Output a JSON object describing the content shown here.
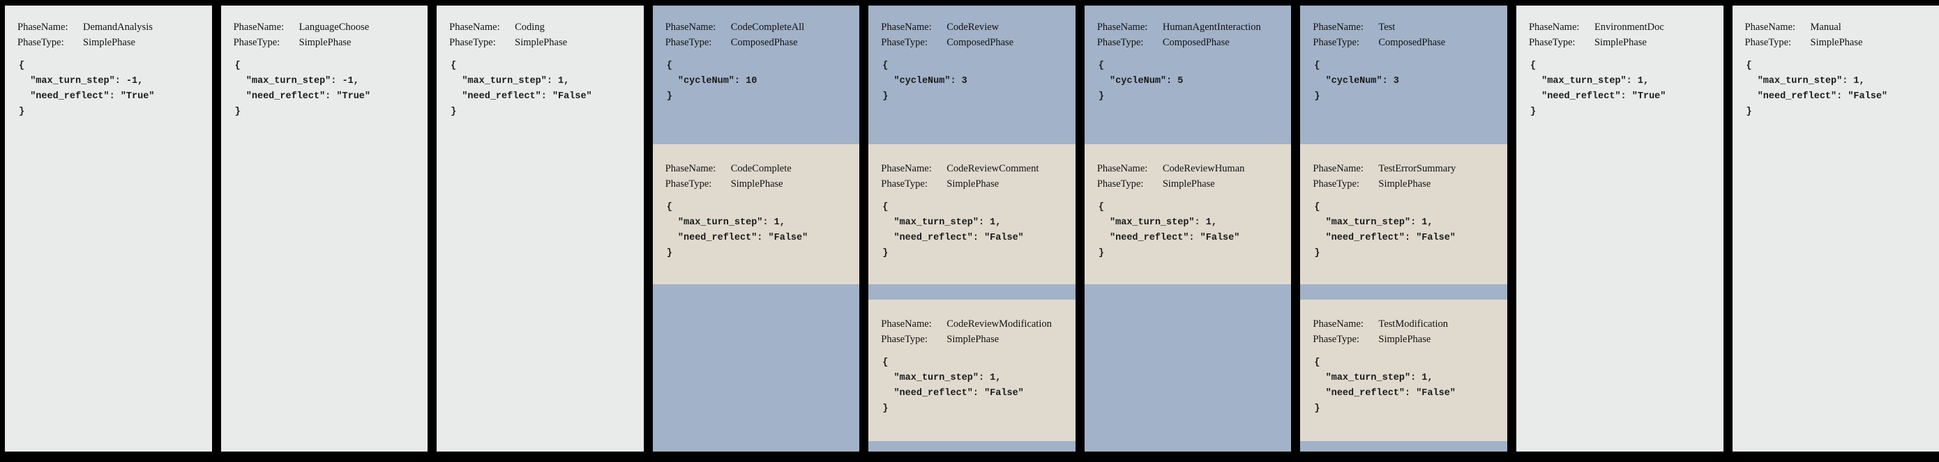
{
  "labels": {
    "phase_name": "PhaseName:",
    "phase_type": "PhaseType:"
  },
  "colors": {
    "simple_phase_bg": "#e8ebe9",
    "composed_phase_bg": "#a2b2c8",
    "subphase_card_bg": "#e0dace",
    "frame_bg": "#000000"
  },
  "phases": [
    {
      "name": "DemandAnalysis",
      "type": "SimplePhase",
      "config": "{\n  \"max_turn_step\": -1,\n  \"need_reflect\": \"True\"\n}"
    },
    {
      "name": "LanguageChoose",
      "type": "SimplePhase",
      "config": "{\n  \"max_turn_step\": -1,\n  \"need_reflect\": \"True\"\n}"
    },
    {
      "name": "Coding",
      "type": "SimplePhase",
      "config": "{\n  \"max_turn_step\": 1,\n  \"need_reflect\": \"False\"\n}"
    },
    {
      "name": "CodeCompleteAll",
      "type": "ComposedPhase",
      "config": "{\n  \"cycleNum\": 10\n}",
      "subphases": [
        {
          "name": "CodeComplete",
          "type": "SimplePhase",
          "config": "{\n  \"max_turn_step\": 1,\n  \"need_reflect\": \"False\"\n}"
        }
      ]
    },
    {
      "name": "CodeReview",
      "type": "ComposedPhase",
      "config": "{\n  \"cycleNum\": 3\n}",
      "subphases": [
        {
          "name": "CodeReviewComment",
          "type": "SimplePhase",
          "config": "{\n  \"max_turn_step\": 1,\n  \"need_reflect\": \"False\"\n}"
        },
        {
          "name": "CodeReviewModification",
          "type": "SimplePhase",
          "config": "{\n  \"max_turn_step\": 1,\n  \"need_reflect\": \"False\"\n}"
        }
      ]
    },
    {
      "name": "HumanAgentInteraction",
      "type": "ComposedPhase",
      "config": "{\n  \"cycleNum\": 5\n}",
      "subphases": [
        {
          "name": "CodeReviewHuman",
          "type": "SimplePhase",
          "config": "{\n  \"max_turn_step\": 1,\n  \"need_reflect\": \"False\"\n}"
        }
      ]
    },
    {
      "name": "Test",
      "type": "ComposedPhase",
      "config": "{\n  \"cycleNum\": 3\n}",
      "subphases": [
        {
          "name": "TestErrorSummary",
          "type": "SimplePhase",
          "config": "{\n  \"max_turn_step\": 1,\n  \"need_reflect\": \"False\"\n}"
        },
        {
          "name": "TestModification",
          "type": "SimplePhase",
          "config": "{\n  \"max_turn_step\": 1,\n  \"need_reflect\": \"False\"\n}"
        }
      ]
    },
    {
      "name": "EnvironmentDoc",
      "type": "SimplePhase",
      "config": "{\n  \"max_turn_step\": 1,\n  \"need_reflect\": \"True\"\n}"
    },
    {
      "name": "Manual",
      "type": "SimplePhase",
      "config": "{\n  \"max_turn_step\": 1,\n  \"need_reflect\": \"False\"\n}"
    }
  ]
}
